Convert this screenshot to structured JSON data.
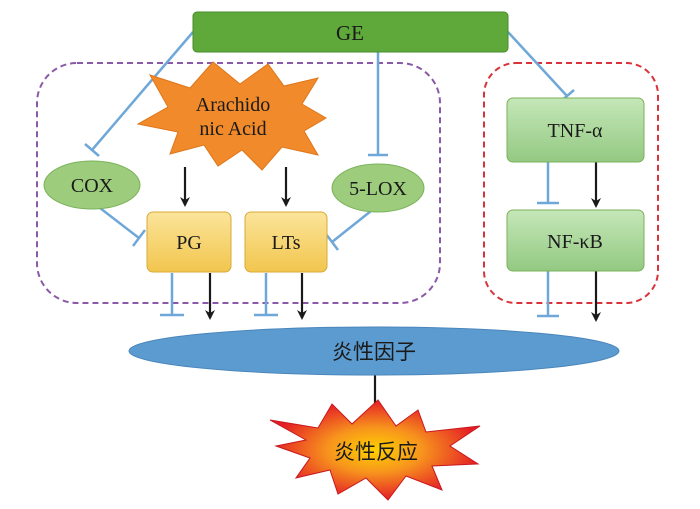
{
  "nodes": {
    "ge": "GE",
    "arachidonic_line1": "Arachido",
    "arachidonic_line2": "nic Acid",
    "cox": "COX",
    "pg": "PG",
    "lts": "LTs",
    "lox": "5-LOX",
    "tnf": "TNF-α",
    "nfkb": "NF-κB",
    "factors": "炎性因子",
    "reaction": "炎性反应"
  },
  "colors": {
    "green_bar": "#5fa83a",
    "green_box": "#a9d89a",
    "green_ellipse": "#9ccc7c",
    "yellow_box": "#f6d46a",
    "blue_ellipse": "#5b9bd0",
    "orange_star": "#f08a2a",
    "red_star": "#e8232a",
    "inhibit_line": "#6fa8d8",
    "arrow": "#1a1a1a",
    "purple_dash": "#8a5aa8",
    "red_dash": "#d8323a"
  }
}
